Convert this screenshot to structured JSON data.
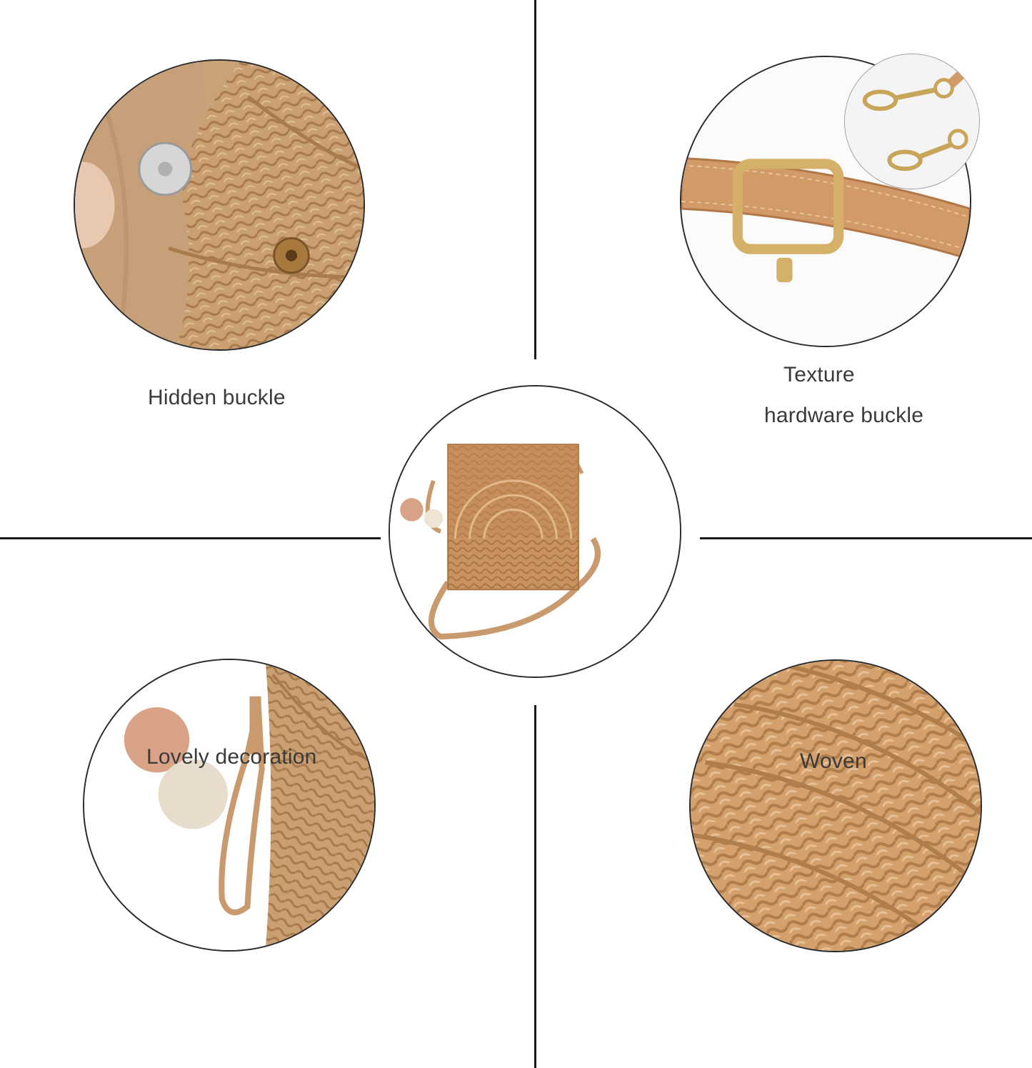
{
  "captions": {
    "hidden_buckle": "Hidden buckle",
    "texture_line1": "Texture",
    "texture_line2": "hardware buckle",
    "lovely_decoration": "Lovely decoration",
    "woven": "Woven"
  },
  "colors": {
    "straw": "#c9935f",
    "straw_light": "#e0b98c",
    "straw_dark": "#a97444",
    "lining": "#c8a27a",
    "leather": "#d29a66",
    "metal_gold": "#c9a55a",
    "metal_silver": "#c9c9c9",
    "pompom_pink": "#d9a388",
    "pompom_cream": "#e9ddcc"
  }
}
